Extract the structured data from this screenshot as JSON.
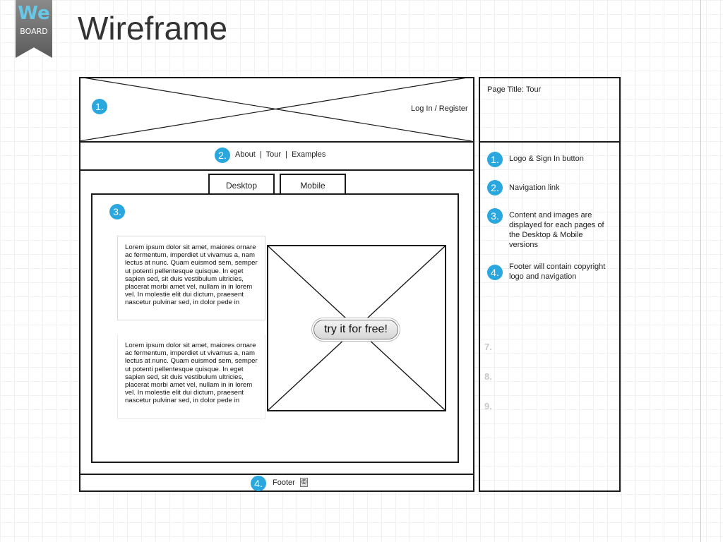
{
  "logo": {
    "top_text": "We",
    "bottom_text": "BOARD"
  },
  "slide": {
    "title": "Wireframe"
  },
  "wireframe": {
    "header": {
      "badge": "1.",
      "login_text": "Log In / Register"
    },
    "nav": {
      "badge": "2.",
      "links_text": "About  |  Tour  |  Examples"
    },
    "tabs": [
      {
        "label": "Desktop"
      },
      {
        "label": "Mobile"
      }
    ],
    "content": {
      "badge": "3.",
      "paragraph1": "Lorem ipsum dolor sit amet, maiores ornare ac fermentum, imperdiet ut vivamus a, nam lectus at nunc. Quam euismod sem, semper ut potenti pellentesque quisque. In eget sapien sed, sit duis vestibulum ultricies, placerat morbi amet vel, nullam in in lorem vel. In molestie elit dui dictum, praesent nascetur pulvinar sed, in dolor pede in",
      "paragraph2": "Lorem ipsum dolor sit amet, maiores ornare ac fermentum, imperdiet ut vivamus a, nam lectus at nunc. Quam euismod sem, semper ut potenti pellentesque quisque. In eget sapien sed, sit duis vestibulum ultricies, placerat morbi amet vel, nullam in in lorem vel. In molestie elit dui dictum, praesent nascetur pulvinar sed, in dolor pede in",
      "cta_label": "try it for free!"
    },
    "footer": {
      "badge": "4.",
      "text": "Footer",
      "copyright_symbol": "©"
    }
  },
  "panel": {
    "page_title": "Page Title:  Tour",
    "notes": [
      {
        "num": "1.",
        "text": "Logo & Sign In button"
      },
      {
        "num": "2.",
        "text": "Navigation link"
      },
      {
        "num": "3.",
        "text": "Content and images are displayed for each pages of the Desktop & Mobile versions"
      },
      {
        "num": "4.",
        "text": "Footer will contain copyright logo and navigation"
      }
    ],
    "ghost_numbers": [
      "7.",
      "8.",
      "9."
    ]
  },
  "colors": {
    "badge": "#2aa7de",
    "logo_accent": "#66c8e6",
    "stroke": "#1a1a1a"
  }
}
